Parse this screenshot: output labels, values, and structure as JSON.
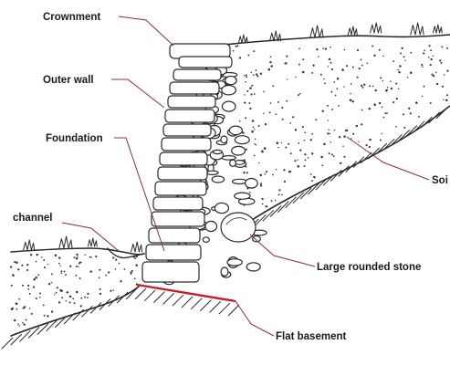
{
  "diagram": {
    "labels": {
      "crownment": "Crownment",
      "outer_wall": "Outer wall",
      "foundation": "Foundation",
      "channel": "channel",
      "large_rounded_stone": "Large rounded stone",
      "flat_basement": "Flat basement",
      "soil": "Soi"
    },
    "colors": {
      "ink": "#2a2a2a",
      "leader": "#8c2f2f",
      "basement": "#c0202a",
      "background": "#ffffff"
    }
  }
}
